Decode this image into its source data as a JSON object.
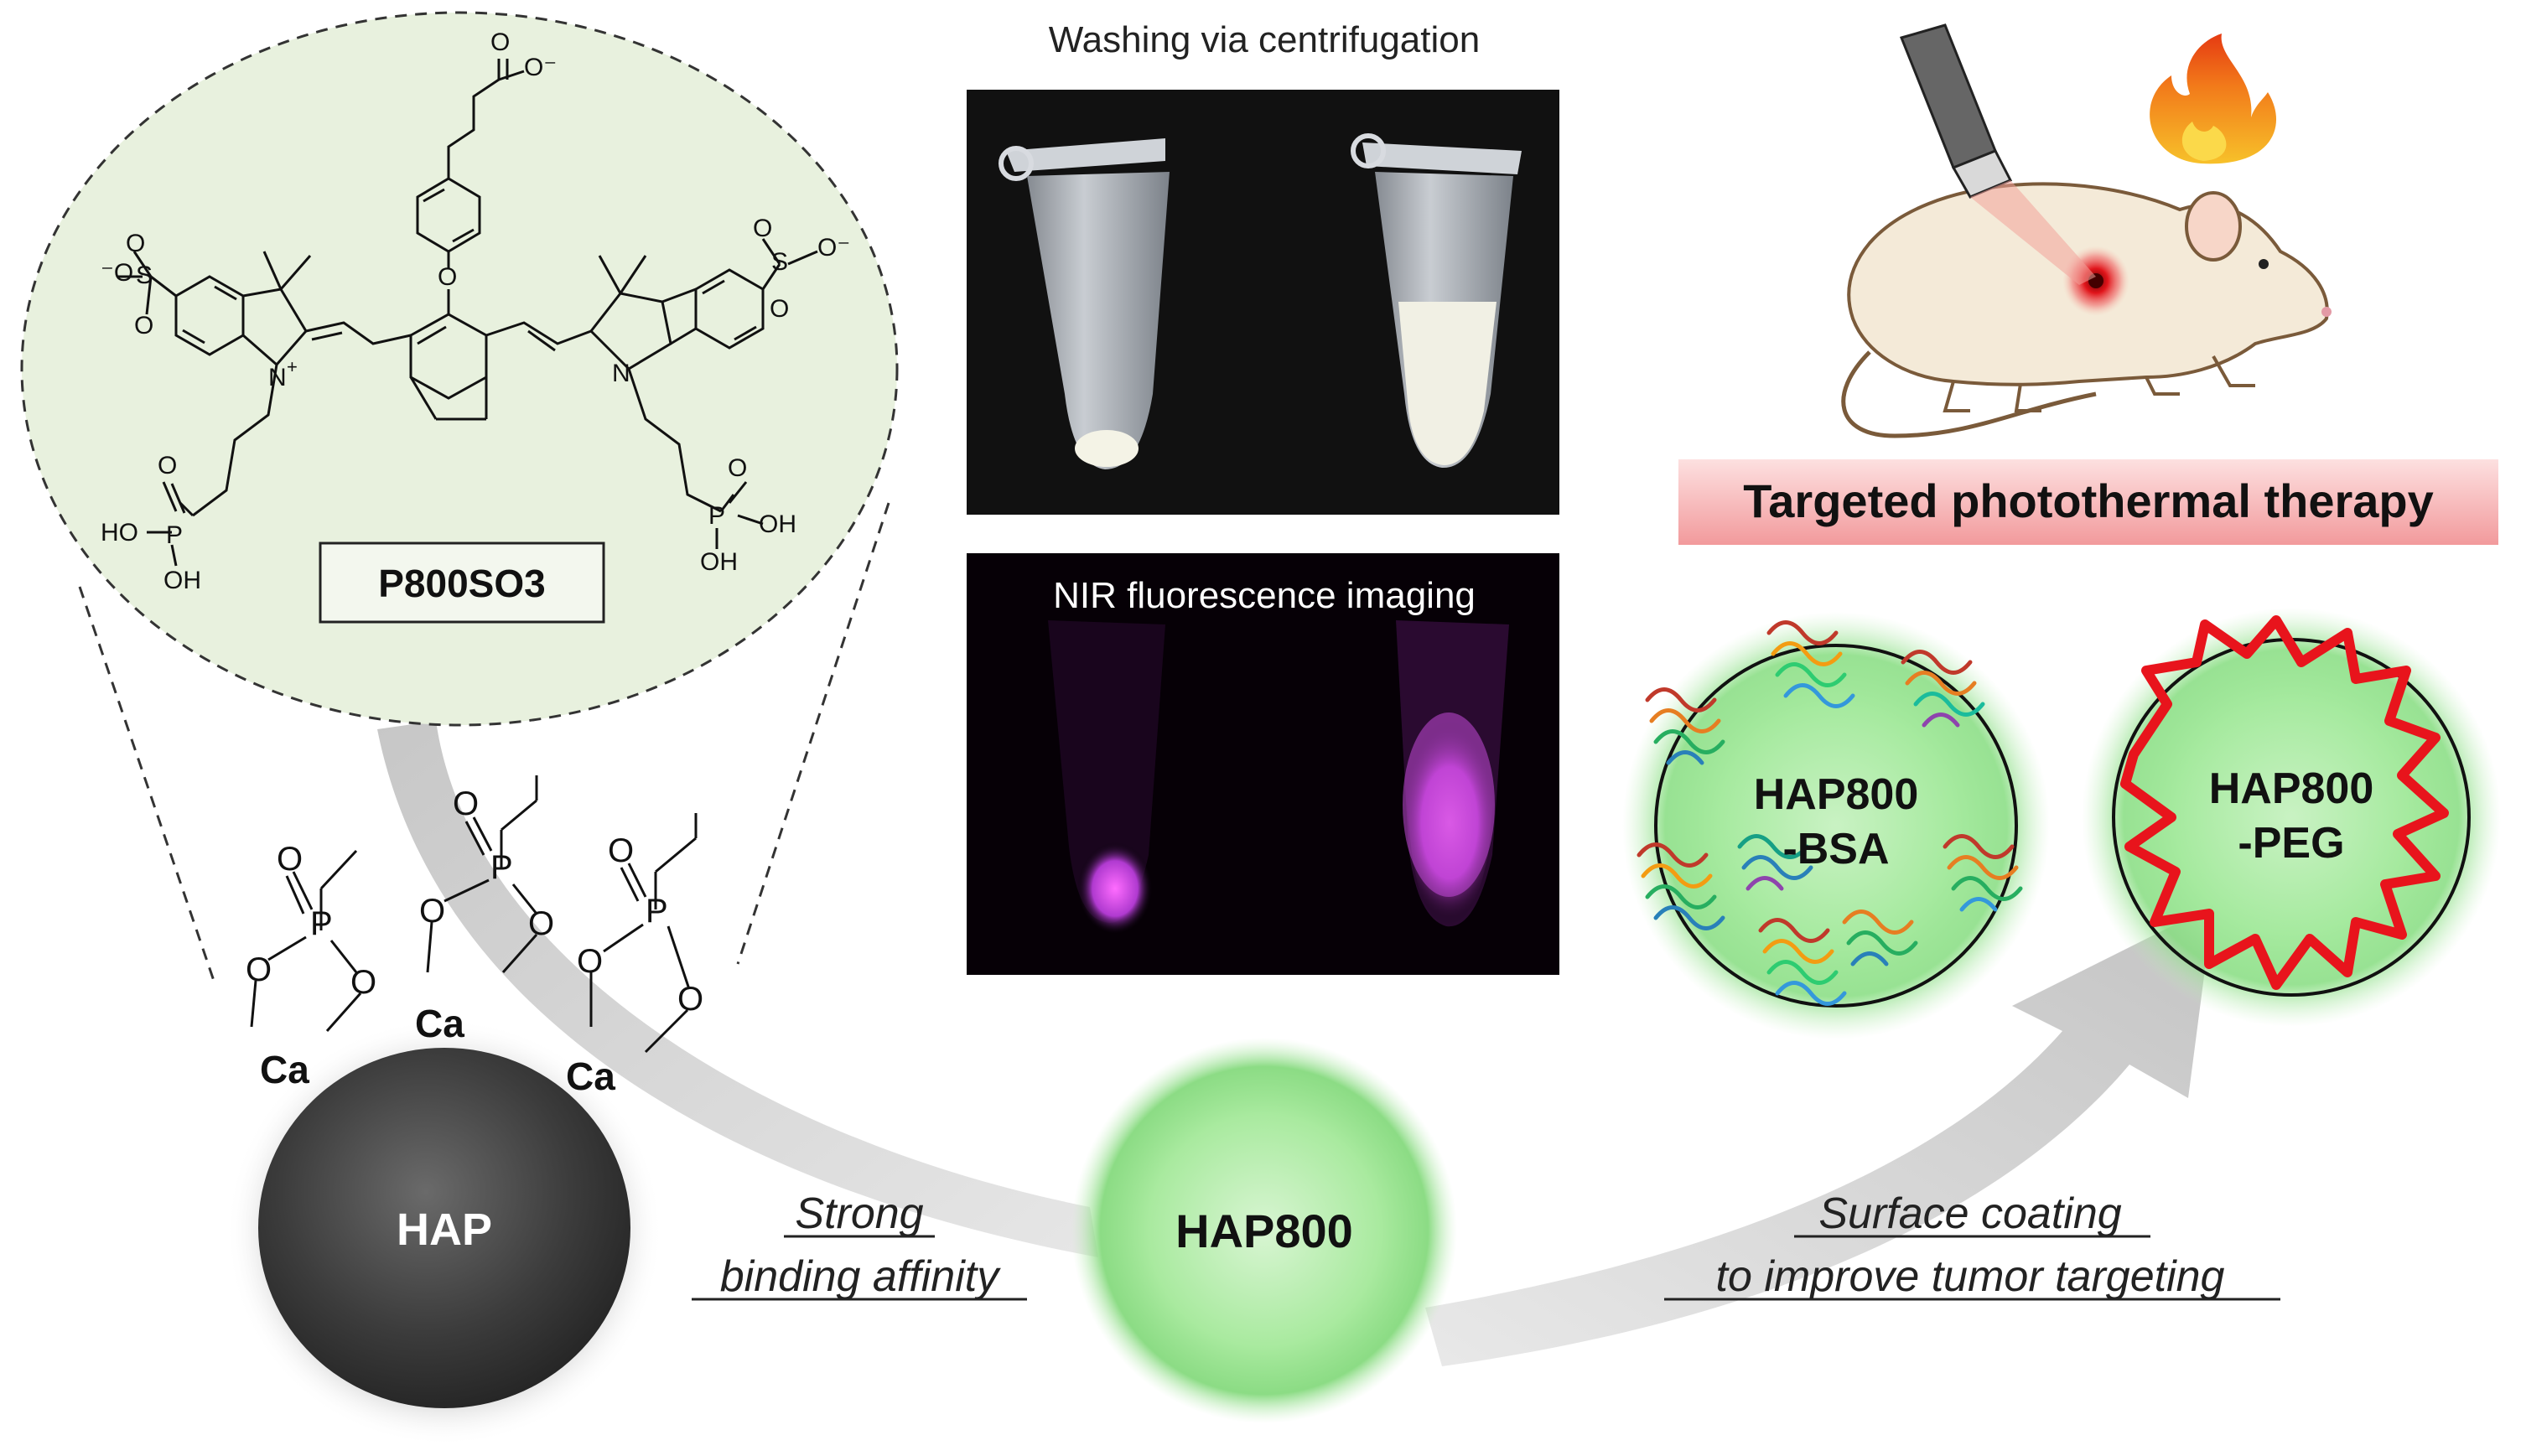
{
  "molecule": {
    "name": "P800SO3",
    "atoms": {
      "O_minus_left": "⁻O",
      "S": "S",
      "O": "O",
      "N_plus": "N",
      "plus": "+",
      "N": "N",
      "O_minus_right": "O⁻",
      "O_minus_top": "O⁻",
      "P": "P",
      "OH": "OH",
      "HO": "HO"
    }
  },
  "tubes": {
    "centrifuge_title": "Washing via centrifugation",
    "nir_title": "NIR fluorescence imaging"
  },
  "surface": {
    "ca": "Ca",
    "p": "P",
    "o": "O"
  },
  "particles": {
    "hap": "HAP",
    "hap800": "HAP800",
    "bsa_line1": "HAP800",
    "bsa_line2": "-BSA",
    "peg_line1": "HAP800",
    "peg_line2": "-PEG"
  },
  "captions": {
    "binding_line1": "Strong",
    "binding_line2": "binding affinity",
    "coating_line1": "Surface coating",
    "coating_line2": "to improve tumor targeting"
  },
  "therapy_label": "Targeted photothermal therapy",
  "colors": {
    "bubble_fill": "#e8f1de",
    "hap_dark": "#3a3a3a",
    "glow_green": "#8ee08a",
    "peg_red": "#e8141c",
    "banner_pink": "#f4a3a6"
  }
}
